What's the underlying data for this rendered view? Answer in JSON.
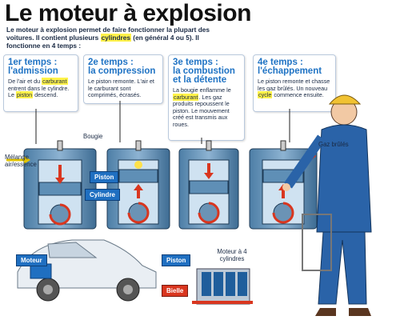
{
  "title": "Le moteur à explosion",
  "intro": {
    "pre": "Le moteur à explosion permet de faire fonctionner la plupart des voitures. Il contient plusieurs ",
    "highlight": "cylindres",
    "post": " (en général 4 ou 5). Il fonctionne en 4 temps :"
  },
  "steps": [
    {
      "title_a": "1er temps :",
      "title_b": "l'admission",
      "text_pre": "De l'air et du ",
      "hl1": "carburant",
      "text_mid": " entrent dans le cylindre. Le ",
      "hl2": "piston",
      "text_post": " descend."
    },
    {
      "title_a": "2e temps :",
      "title_b": "la compression",
      "text": "Le piston remonte. L'air et le carburant sont comprimés, écrasés."
    },
    {
      "title_a": "3e temps :",
      "title_b": "la combustion et la détente",
      "text_pre": "La bougie enflamme le ",
      "hl1": "carburant",
      "text_post": ". Les gaz produits repoussent le piston. Le mouvement créé est transmis aux roues."
    },
    {
      "title_a": "4e temps :",
      "title_b": "l'échappement",
      "text_pre": "Le piston remonte et chasse les gaz brûlés. Un nouveau ",
      "hl1": "cycle",
      "text_post": " commence ensuite."
    }
  ],
  "labels": {
    "bougie": "Bougie",
    "melange": "Mélange air/essence",
    "gaz": "Gaz brûlés",
    "piston": "Piston",
    "cylindre": "Cylindre",
    "moteur": "Moteur",
    "piston2": "Piston",
    "bielle": "Bielle",
    "moteur4": "Moteur à 4 cylindres"
  },
  "colors": {
    "accent": "#1f73c4",
    "highlight": "#fff24a",
    "arrow": "#d9361f",
    "engine": "#3a6c96"
  }
}
